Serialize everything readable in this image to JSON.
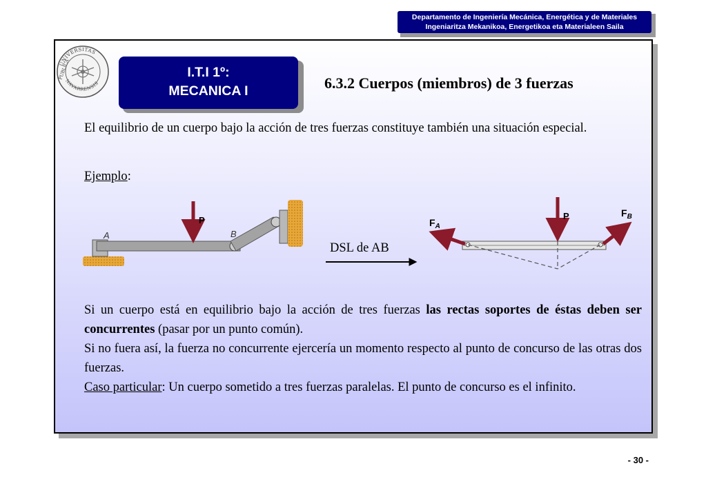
{
  "header": {
    "department_es": "Departamento de Ingeniería Mecánica, Energética y de Materiales",
    "department_eu": "Ingeniaritza  Mekanikoa, Energetikoa eta Materialeen Saila"
  },
  "seal": {
    "top_text": "UNIVERSITAS",
    "left_text": "PUBLICA",
    "bottom_text": "NAVARRENSIS"
  },
  "badge": {
    "line1": "I.T.I 1º:",
    "line2": "MECANICA I"
  },
  "section_title": "6.3.2 Cuerpos (miembros) de 3 fuerzas",
  "intro": "El equilibrio de un cuerpo bajo la acción de tres fuerzas constituye también una situación especial.",
  "example": {
    "label": "Ejemplo",
    "suffix": ":"
  },
  "diagram": {
    "label_a": "A",
    "label_b": "B",
    "label_p": "P",
    "fa_main": "F",
    "fa_sub": "A",
    "fb_main": "F",
    "fb_sub": "B",
    "dsl_label": "DSL de AB"
  },
  "body": {
    "p1_pre": "Si un cuerpo está en equilibrio bajo la acción de tres fuerzas ",
    "p1_bold": "las rectas soportes  de éstas deben ser concurrentes",
    "p1_post": " (pasar por un punto común).",
    "p2": "Si no fuera así, la fuerza no concurrente ejercería un momento respecto al punto de concurso de las otras dos fuerzas.",
    "p3_label": "Caso particular",
    "p3_text": ": Un cuerpo sometido a tres fuerzas paralelas. El punto de concurso es el infinito."
  },
  "page_number": "- 30 -",
  "colors": {
    "navy": "#000080",
    "arrow_red": "#8b1a2b",
    "beam_gray": "#9a9a9a",
    "support_orange": "#e0a030"
  }
}
